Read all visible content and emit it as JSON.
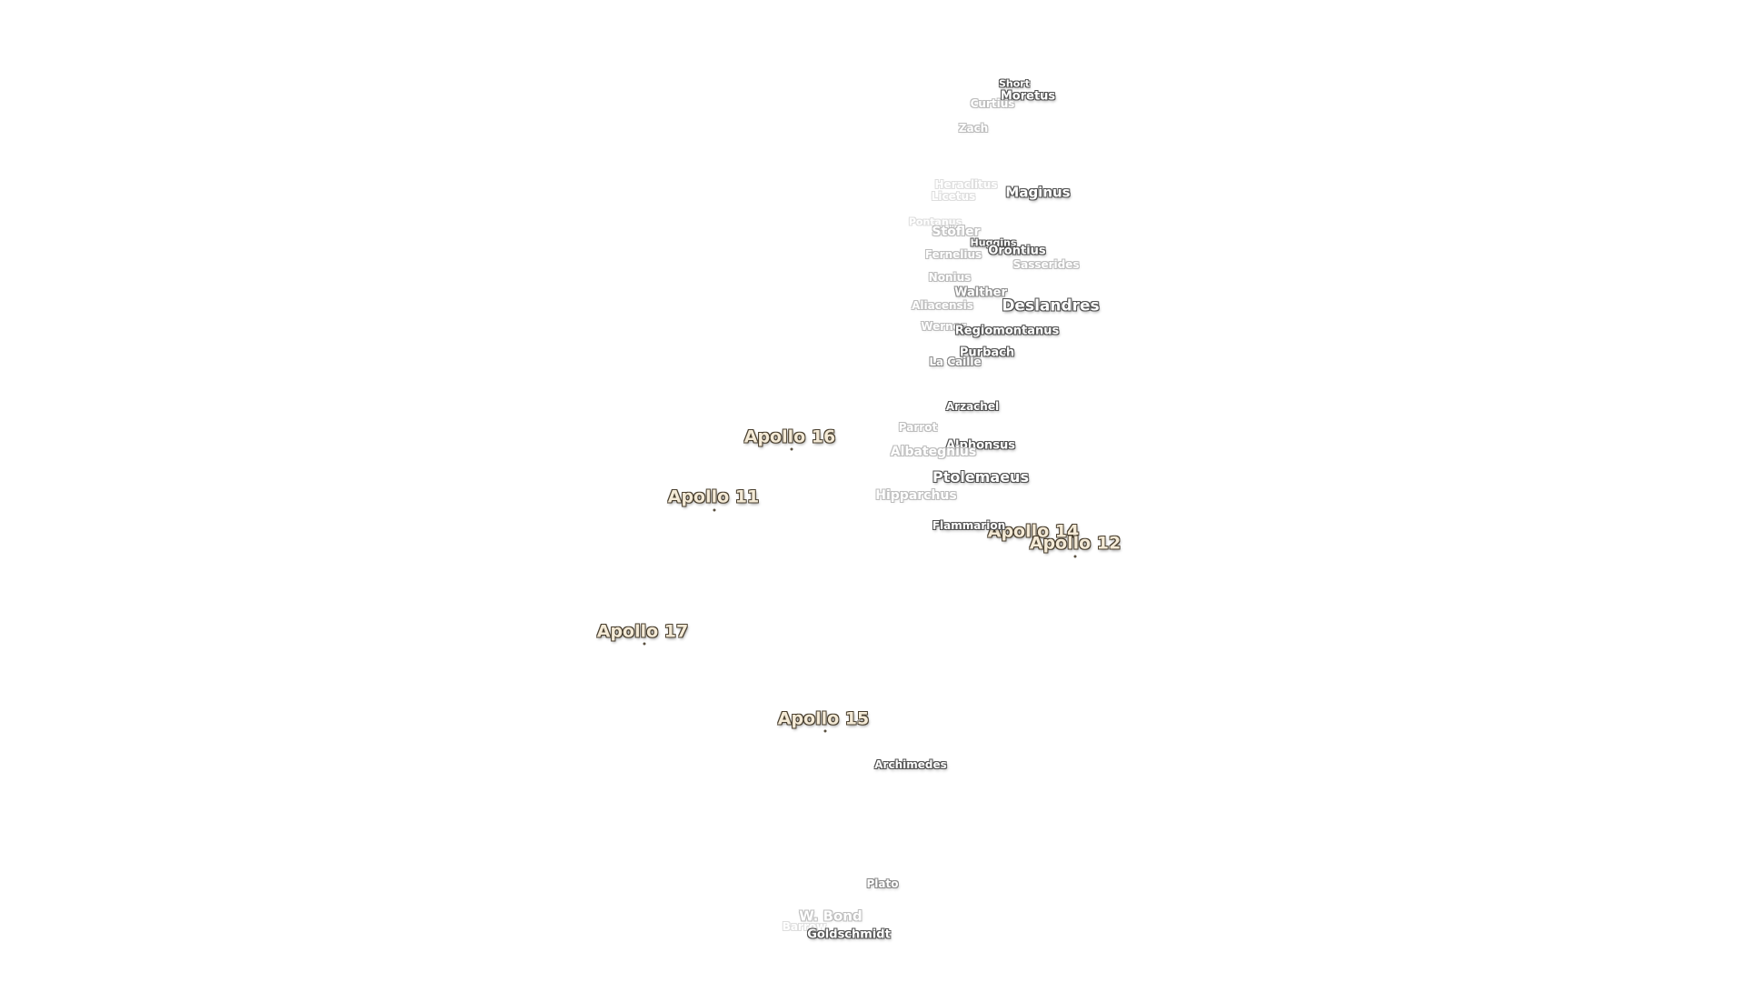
{
  "apollo_sites": {
    "apollo_11": "Apollo 11",
    "apollo_12": "Apollo 12",
    "apollo_14": "Apollo 14",
    "apollo_15": "Apollo 15",
    "apollo_16": "Apollo 16",
    "apollo_17": "Apollo 17"
  },
  "craters": {
    "short": "Short",
    "moretus": "Moretus",
    "curtius": "Curtius",
    "zach": "Zach",
    "heraclitus": "Heraclitus",
    "licetus": "Licetus",
    "maginus": "Maginus",
    "pontanus": "Pontanus",
    "stofler": "Stöfler",
    "huggins": "Huggins",
    "orontius": "Orontius",
    "fernelius": "Fernelius",
    "sasserides": "Sasserides",
    "nonius": "Nonius",
    "walther": "Walther",
    "aliacensis": "Aliacensis",
    "deslandres": "Deslandres",
    "werner": "Werner",
    "regiomontanus": "Regiomontanus",
    "purbach": "Purbach",
    "la_caille": "La Caille",
    "arzachel": "Arzachel",
    "parrot": "Parrot",
    "alphonsus": "Alphonsus",
    "albategnius": "Albategnius",
    "ptolemaeus": "Ptolemaeus",
    "hipparchus": "Hipparchus",
    "flammarion": "Flammarion",
    "archimedes": "Archimedes",
    "plato": "Plato",
    "w_bond": "W. Bond",
    "barrow": "Barrow",
    "goldschmidt": "Goldschmidt"
  },
  "colors": {
    "background": "#ffffff",
    "apollo_label": "#f4ead6",
    "apollo_outline": "#4a4030",
    "crater_label": "#ffffff"
  }
}
